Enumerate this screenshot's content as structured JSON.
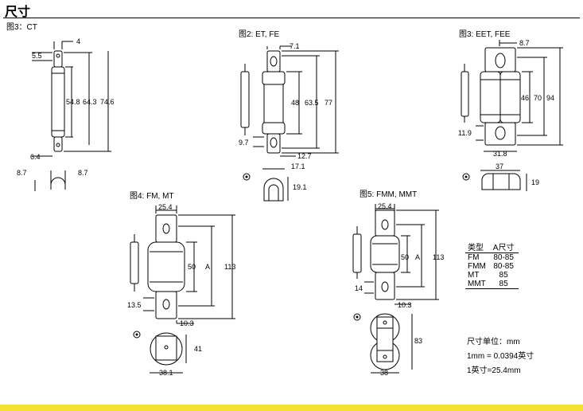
{
  "header": {
    "title": "尺寸"
  },
  "figures": {
    "ct": {
      "caption": "图3：CT",
      "dims": [
        "4",
        "5.5",
        "54.8",
        "64.3",
        "74.6",
        "6.4",
        "8.7",
        "8.7"
      ]
    },
    "et": {
      "caption": "图2: ET, FE",
      "dims": [
        "7.1",
        "48",
        "63.5",
        "77",
        "9.7",
        "12.7",
        "17.1",
        "19.1"
      ]
    },
    "eet": {
      "caption": "图3: EET, FEE",
      "dims": [
        "8.7",
        "46",
        "70",
        "94",
        "11.9",
        "31.8",
        "37",
        "19"
      ]
    },
    "fm": {
      "caption": "图4: FM, MT",
      "dims": [
        "25.4",
        "50",
        "A",
        "113",
        "13.5",
        "10.3",
        "41",
        "38.1"
      ]
    },
    "fmm": {
      "caption": "图5: FMM, MMT",
      "dims": [
        "25.4",
        "50",
        "A",
        "113",
        "14",
        "10.3",
        "83",
        "38"
      ]
    }
  },
  "size_table": {
    "headers": [
      "类型",
      "A尺寸"
    ],
    "rows": [
      [
        "FM",
        "80-85"
      ],
      [
        "FMM",
        "80-85"
      ],
      [
        "MT",
        "85"
      ],
      [
        "MMT",
        "85"
      ]
    ]
  },
  "notes": {
    "unit": "尺寸单位：mm",
    "mm_to_inch": "1mm = 0.0394英寸",
    "inch_to_mm": "1英寸=25.4mm"
  },
  "colors": {
    "line": "#000000",
    "body_fill": "#ffffff",
    "bottom_band": "#f4e030"
  }
}
